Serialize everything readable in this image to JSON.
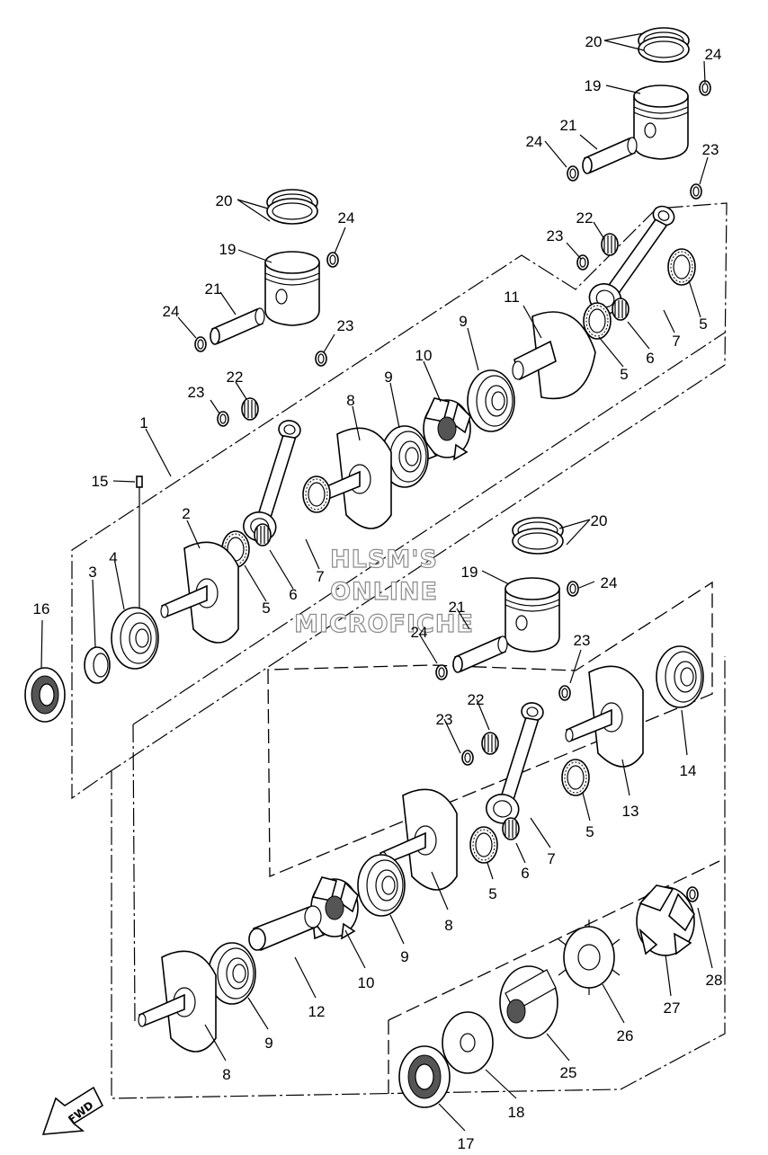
{
  "watermark": {
    "line1": "HLSM'S",
    "line2": "ONLINE",
    "line3": "MICROFICHE"
  },
  "direction_label": "FWD",
  "callouts": [
    {
      "id": "c20a",
      "text": "20"
    },
    {
      "id": "c24a",
      "text": "24"
    },
    {
      "id": "c19a",
      "text": "19"
    },
    {
      "id": "c21a",
      "text": "21"
    },
    {
      "id": "c24b",
      "text": "24"
    },
    {
      "id": "c23a",
      "text": "23"
    },
    {
      "id": "c22a",
      "text": "22"
    },
    {
      "id": "c23b",
      "text": "23"
    },
    {
      "id": "c11",
      "text": "11"
    },
    {
      "id": "c9a",
      "text": "9"
    },
    {
      "id": "c5a",
      "text": "5"
    },
    {
      "id": "c6a",
      "text": "6"
    },
    {
      "id": "c7a",
      "text": "7"
    },
    {
      "id": "c5b",
      "text": "5"
    },
    {
      "id": "c20b",
      "text": "20"
    },
    {
      "id": "c24c",
      "text": "24"
    },
    {
      "id": "c19b",
      "text": "19"
    },
    {
      "id": "c21b",
      "text": "21"
    },
    {
      "id": "c24d",
      "text": "24"
    },
    {
      "id": "c23c",
      "text": "23"
    },
    {
      "id": "c22b",
      "text": "22"
    },
    {
      "id": "c23d",
      "text": "23"
    },
    {
      "id": "c10a",
      "text": "10"
    },
    {
      "id": "c9b",
      "text": "9"
    },
    {
      "id": "c8a",
      "text": "8"
    },
    {
      "id": "c1",
      "text": "1"
    },
    {
      "id": "c15",
      "text": "15"
    },
    {
      "id": "c2",
      "text": "2"
    },
    {
      "id": "c7b",
      "text": "7"
    },
    {
      "id": "c6b",
      "text": "6"
    },
    {
      "id": "c5c",
      "text": "5"
    },
    {
      "id": "c4",
      "text": "4"
    },
    {
      "id": "c3",
      "text": "3"
    },
    {
      "id": "c16",
      "text": "16"
    },
    {
      "id": "c20c",
      "text": "20"
    },
    {
      "id": "c19c",
      "text": "19"
    },
    {
      "id": "c24e",
      "text": "24"
    },
    {
      "id": "c21c",
      "text": "21"
    },
    {
      "id": "c24f",
      "text": "24"
    },
    {
      "id": "c23e",
      "text": "23"
    },
    {
      "id": "c22c",
      "text": "22"
    },
    {
      "id": "c23f",
      "text": "23"
    },
    {
      "id": "c14",
      "text": "14"
    },
    {
      "id": "c13",
      "text": "13"
    },
    {
      "id": "c5d",
      "text": "5"
    },
    {
      "id": "c6c",
      "text": "6"
    },
    {
      "id": "c7c",
      "text": "7"
    },
    {
      "id": "c5e",
      "text": "5"
    },
    {
      "id": "c8b",
      "text": "8"
    },
    {
      "id": "c9c",
      "text": "9"
    },
    {
      "id": "c10b",
      "text": "10"
    },
    {
      "id": "c12",
      "text": "12"
    },
    {
      "id": "c9d",
      "text": "9"
    },
    {
      "id": "c8c",
      "text": "8"
    },
    {
      "id": "c28",
      "text": "28"
    },
    {
      "id": "c27",
      "text": "27"
    },
    {
      "id": "c26",
      "text": "26"
    },
    {
      "id": "c25",
      "text": "25"
    },
    {
      "id": "c18",
      "text": "18"
    },
    {
      "id": "c17",
      "text": "17"
    }
  ]
}
